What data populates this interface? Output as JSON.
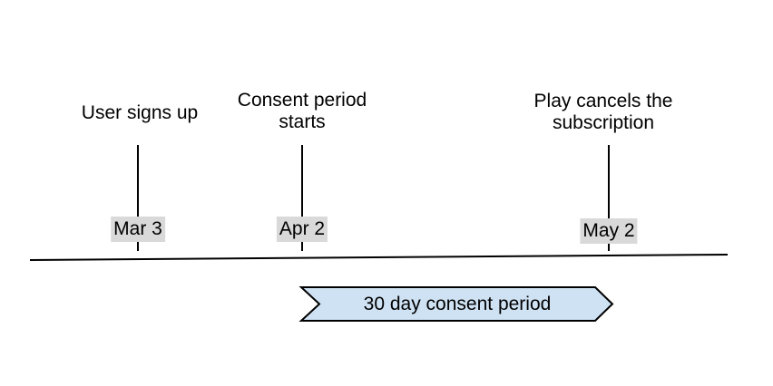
{
  "canvas": {
    "background": "#ffffff"
  },
  "timeline": {
    "line_color": "#000000",
    "date_label_bg": "#d9d9d9",
    "events": [
      {
        "title": "User signs up",
        "date": "Mar 3"
      },
      {
        "title": "Consent period starts",
        "date": "Apr 2"
      },
      {
        "title": "Play cancels the subscription",
        "date": "May 2"
      }
    ]
  },
  "banner": {
    "label": "30 day consent period",
    "fill": "#cfe2f3",
    "border": "#000000"
  }
}
